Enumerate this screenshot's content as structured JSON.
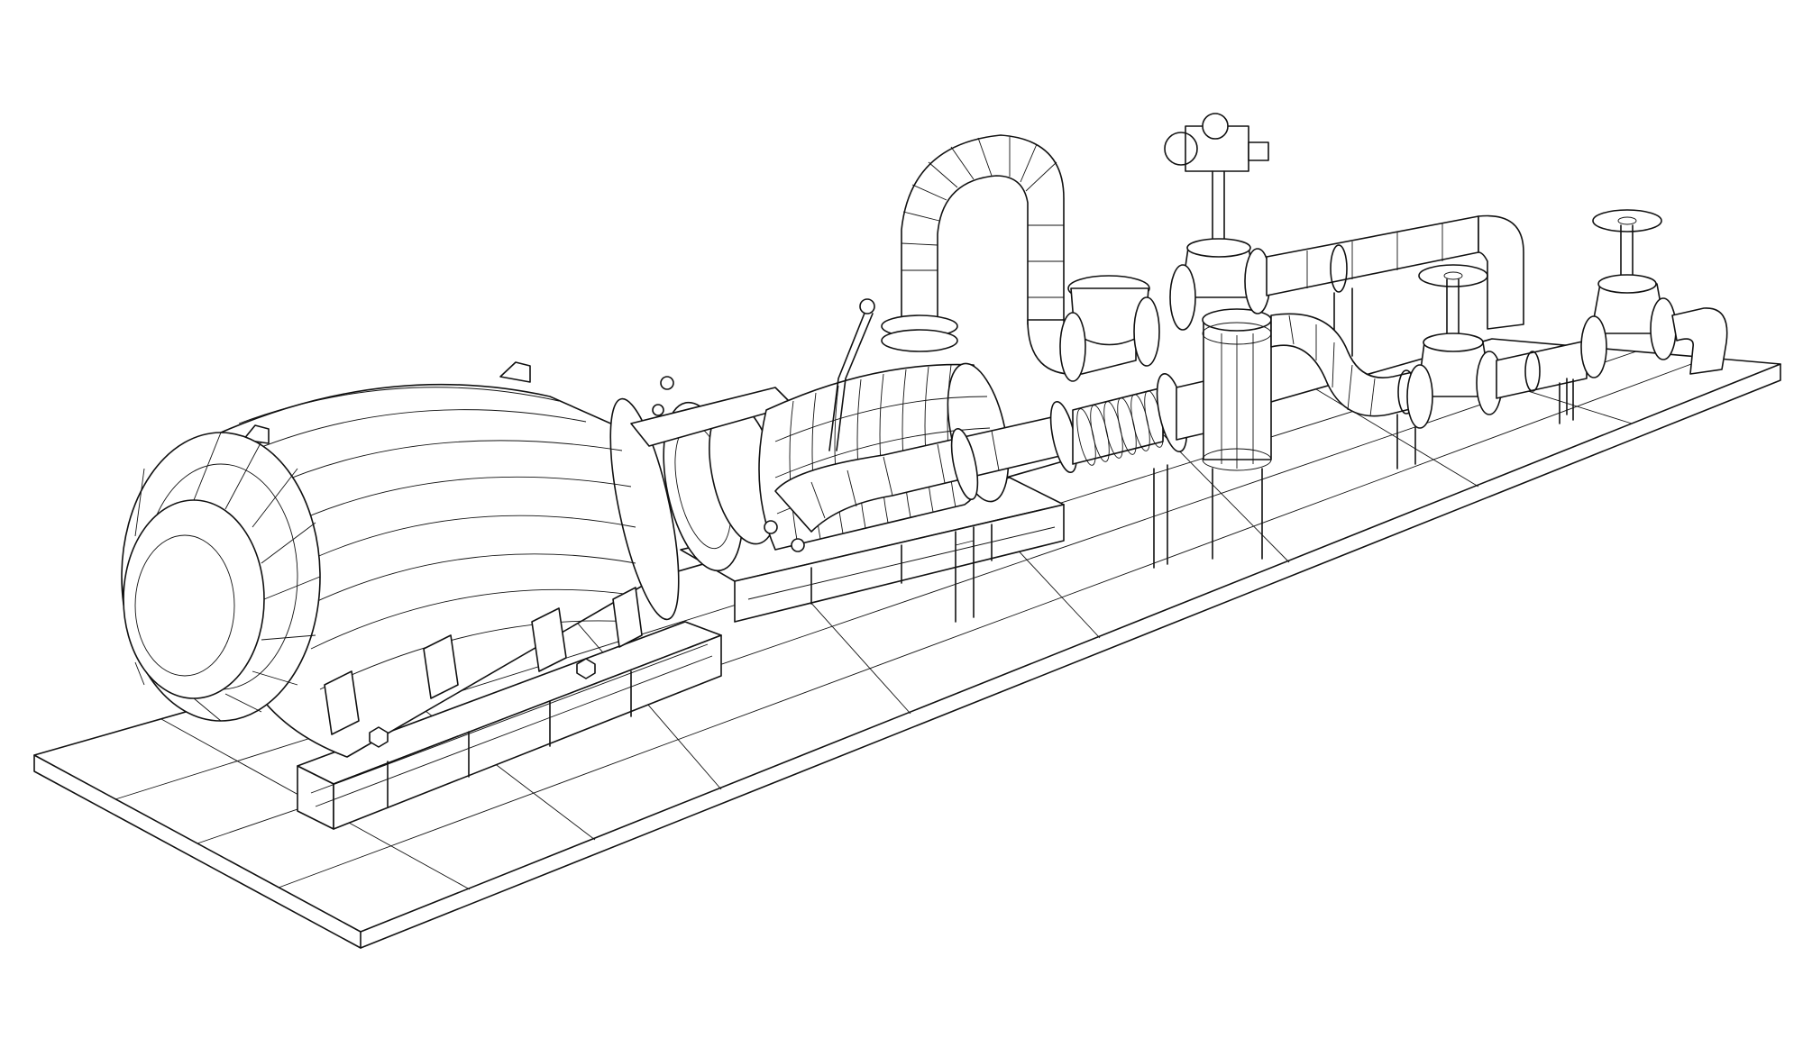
{
  "image": {
    "style": "black-on-white wireframe line drawing",
    "stroke_color": "#111111",
    "background_color": "#ffffff"
  },
  "components": [
    {
      "id": "skid-base",
      "icon": "grid-floor-icon"
    },
    {
      "id": "electric-motor",
      "icon": "motor-icon"
    },
    {
      "id": "motor-fan-cover",
      "icon": "fan-cover-icon"
    },
    {
      "id": "shaft-coupling",
      "icon": "coupling-icon"
    },
    {
      "id": "multistage-pump",
      "icon": "pump-icon"
    },
    {
      "id": "suction-loop-pipe",
      "icon": "pipe-bend-icon"
    },
    {
      "id": "expansion-joint",
      "icon": "bellows-icon"
    },
    {
      "id": "strainer-vessel",
      "icon": "strainer-icon"
    },
    {
      "id": "check-valve",
      "icon": "check-valve-icon"
    },
    {
      "id": "actuated-gate-valve",
      "icon": "actuator-valve-icon"
    },
    {
      "id": "handwheel-gate-valve-1",
      "icon": "handwheel-icon"
    },
    {
      "id": "handwheel-gate-valve-2",
      "icon": "handwheel-icon"
    },
    {
      "id": "discharge-header-pipe",
      "icon": "pipe-icon"
    },
    {
      "id": "pipe-supports",
      "icon": "support-stand-icon"
    }
  ]
}
